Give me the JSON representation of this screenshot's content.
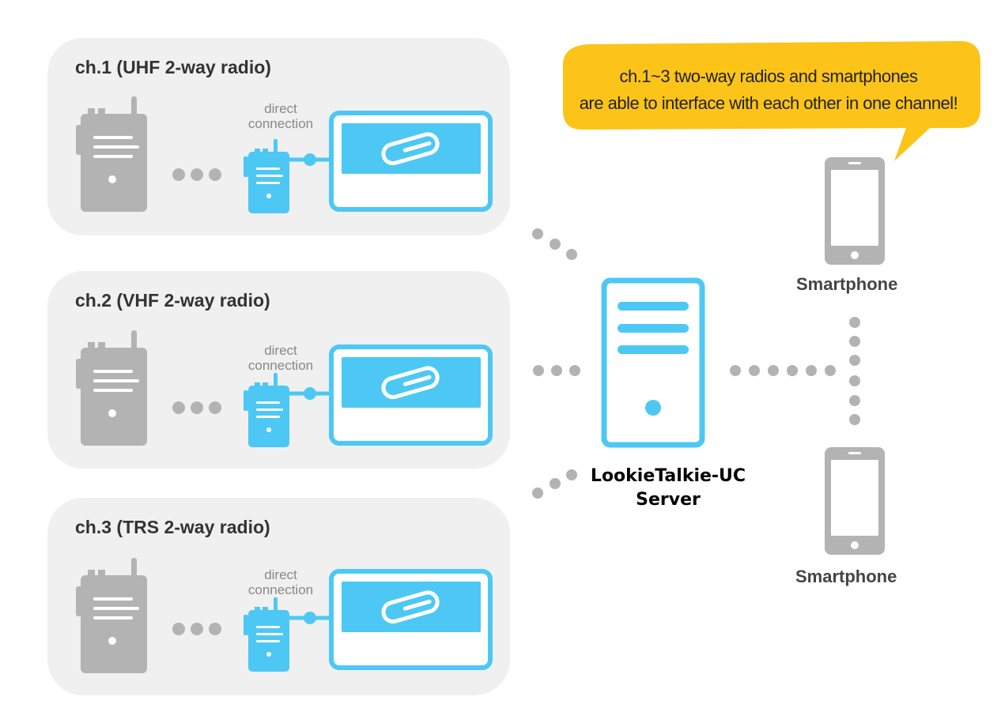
{
  "channels": [
    {
      "title": "ch.1  (UHF 2-way radio)",
      "direct_label_1": "direct",
      "direct_label_2": "connection"
    },
    {
      "title": "ch.2  (VHF 2-way radio)",
      "direct_label_1": "direct",
      "direct_label_2": "connection"
    },
    {
      "title": "ch.3  (TRS 2-way radio)",
      "direct_label_1": "direct",
      "direct_label_2": "connection"
    }
  ],
  "callout": {
    "line1": "ch.1~3 two-way radios and smartphones",
    "line2": "are able to interface with each other in one channel!"
  },
  "server": {
    "line1": "LookieTalkie-UC",
    "line2": "Server"
  },
  "smartphones": [
    {
      "label": "Smartphone"
    },
    {
      "label": "Smartphone"
    }
  ],
  "colors": {
    "accent_blue": "#4dc8f4",
    "panel_gray": "#f0f0f0",
    "device_gray": "#b3b3b3",
    "callout_yellow": "#fcc419"
  },
  "icons": [
    "radio-icon",
    "gateway-radio-icon",
    "gateway-box-icon",
    "server-icon",
    "smartphone-icon"
  ]
}
